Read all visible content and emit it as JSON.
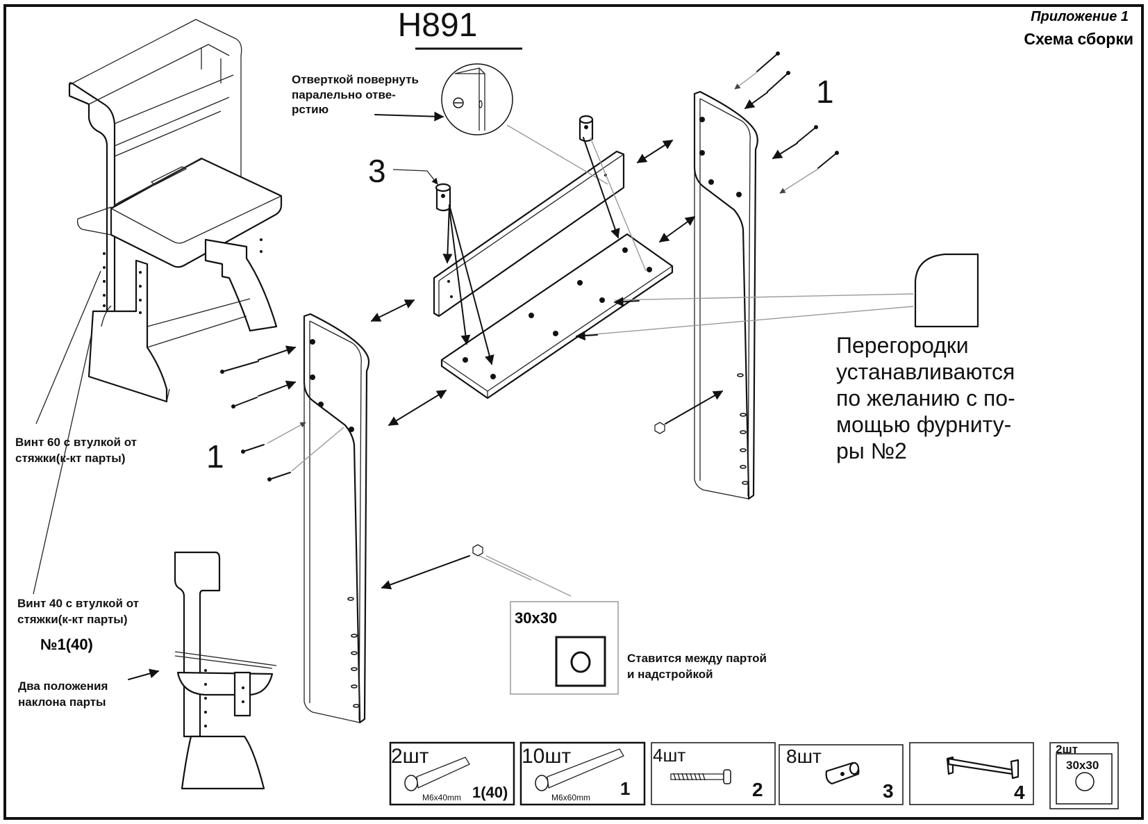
{
  "header": {
    "model": "Н891",
    "appendix": "Приложение 1",
    "title": "Схема сборки"
  },
  "callouts": {
    "screwdriver": [
      "Отверткой повернуть",
      "паралельно отве-",
      "рстию"
    ],
    "label_3": "3",
    "label_1_top": "1",
    "label_1_left": "1",
    "screw60": [
      "Винт 60 с втулкой от",
      "стяжки(к-кт парты)"
    ],
    "screw40": [
      "Винт 40 с втулкой от",
      "стяжки(к-кт парты)"
    ],
    "no1": "№1(40)",
    "tilt": [
      "Два положения",
      "наклона парты"
    ],
    "partitions": [
      "Перегородки",
      "устанавливаются",
      "по желанию с по-",
      "мощью фурниту-",
      "ры №2"
    ],
    "spacer_size": "30х30",
    "spacer_note": [
      "Ставится между партой",
      "и надстройкой"
    ]
  },
  "parts": [
    {
      "qty": "2шт",
      "size": "М6х40mm",
      "num": "1(40)"
    },
    {
      "qty": "10шт",
      "size": "М6х60mm",
      "num": "1"
    },
    {
      "qty": "4шт",
      "num": "2"
    },
    {
      "qty": "8шт",
      "num": "3"
    },
    {
      "num": "4"
    },
    {
      "qty": "2шт",
      "size": "30х30"
    }
  ]
}
